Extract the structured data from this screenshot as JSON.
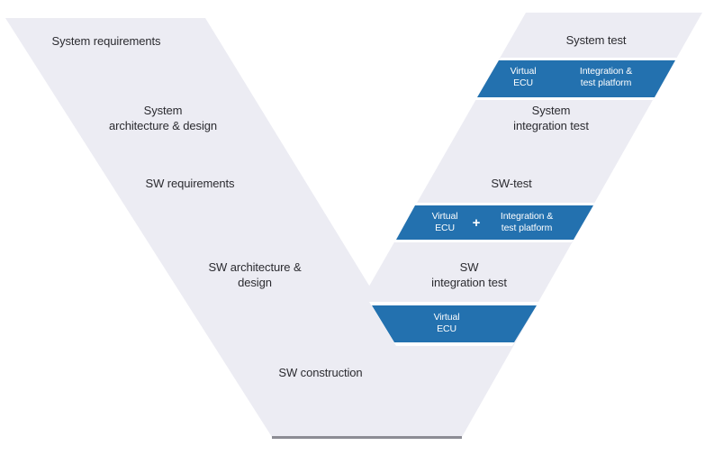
{
  "colors": {
    "branch_fill": "#ececf3",
    "band_fill": "#2371af",
    "label_text": "#2b2b30",
    "band_text": "#ffffff",
    "baseline": "#8c8c94"
  },
  "left_branch": [
    {
      "id": "system-requirements",
      "lines": [
        "System requirements"
      ]
    },
    {
      "id": "system-architecture-design",
      "lines": [
        "System",
        "architecture & design"
      ]
    },
    {
      "id": "sw-requirements",
      "lines": [
        "SW requirements"
      ]
    },
    {
      "id": "sw-architecture-design",
      "lines": [
        "SW architecture &",
        "design"
      ]
    },
    {
      "id": "sw-construction",
      "lines": [
        "SW construction"
      ]
    }
  ],
  "right_branch": [
    {
      "id": "system-test",
      "lines": [
        "System test"
      ]
    },
    {
      "id": "system-integration-test",
      "lines": [
        "System",
        "integration test"
      ]
    },
    {
      "id": "sw-test",
      "lines": [
        "SW-test"
      ]
    },
    {
      "id": "sw-integration-test",
      "lines": [
        "SW",
        "integration test"
      ]
    }
  ],
  "bands": {
    "system_test_band": {
      "left": [
        "Virtual",
        "ECU"
      ],
      "right": [
        "Integration &",
        "test platform"
      ]
    },
    "sw_test_band": {
      "left": [
        "Virtual",
        "ECU"
      ],
      "plus": "+",
      "right": [
        "Integration &",
        "test platform"
      ]
    },
    "sw_integration_band": {
      "label": [
        "Virtual",
        "ECU"
      ]
    }
  }
}
